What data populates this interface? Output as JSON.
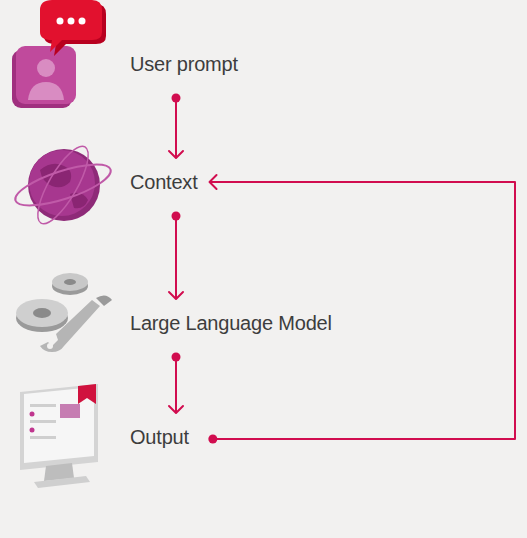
{
  "diagram": {
    "nodes": [
      {
        "text": [
          "User prompt"
        ]
      },
      {
        "text": [
          "Context"
        ]
      },
      {
        "text": [
          "Large Language Model"
        ]
      },
      {
        "text": [
          "Output"
        ]
      }
    ],
    "edges": [
      {
        "from": 0,
        "to": 1,
        "arrow": "to"
      },
      {
        "from": 1,
        "to": 2,
        "arrow": "to"
      },
      {
        "from": 2,
        "to": 3,
        "arrow": "to"
      },
      {
        "from": 3,
        "to": 1,
        "arrow": "to"
      }
    ]
  }
}
